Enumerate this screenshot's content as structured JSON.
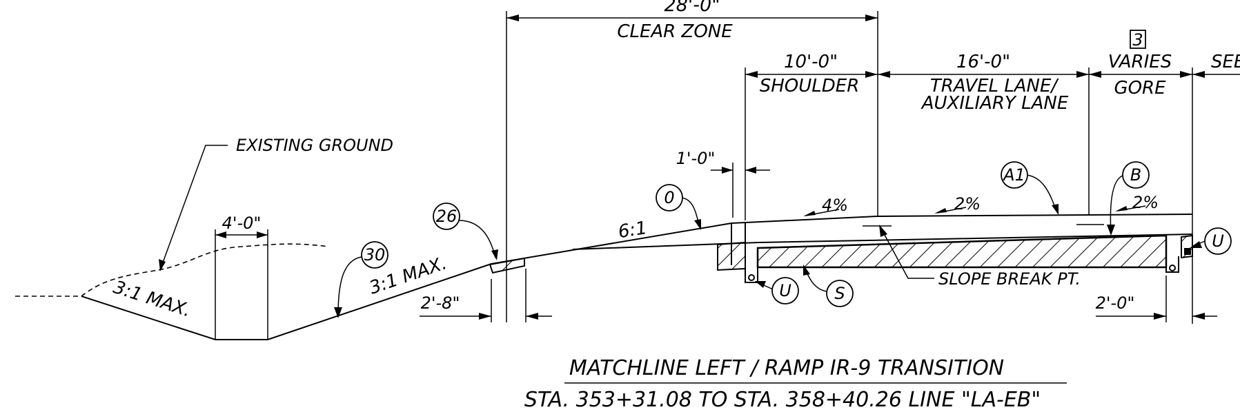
{
  "dimensions": {
    "clear_zone_width": "28'-0\"",
    "clear_zone_label": "CLEAR ZONE",
    "shoulder_width": "10'-0\"",
    "shoulder_label": "SHOULDER",
    "travel_lane_width": "16'-0\"",
    "travel_lane_label_1": "TRAVEL LANE/",
    "travel_lane_label_2": "AUXILIARY LANE",
    "gore_note": "3",
    "gore_width": "VARIES",
    "gore_label": "GORE",
    "see_label": "SEE",
    "ditch_bottom": "4'-0\"",
    "offset_1ft": "1'-0\"",
    "offset_2ft8": "2'-8\"",
    "offset_2ft": "2'-0\""
  },
  "slopes": {
    "foreslope": "3:1 MAX.",
    "backslope": "3:1 MAX.",
    "embankment": "6:1",
    "shoulder": "4%",
    "lane": "2%",
    "gore": "2%"
  },
  "callouts": {
    "existing_ground": "EXISTING GROUND",
    "slope_break": "SLOPE BREAK PT.",
    "bubble_26": "26",
    "bubble_30": "30",
    "bubble_0": "0",
    "bubble_a1": "A1",
    "bubble_b": "B",
    "bubble_u_left": "U",
    "bubble_s": "S",
    "bubble_u_right": "U"
  },
  "title": {
    "line1": "MATCHLINE LEFT / RAMP IR-9 TRANSITION",
    "line2": "STA. 353+31.08 TO STA. 358+40.26 LINE \"LA-EB\""
  }
}
